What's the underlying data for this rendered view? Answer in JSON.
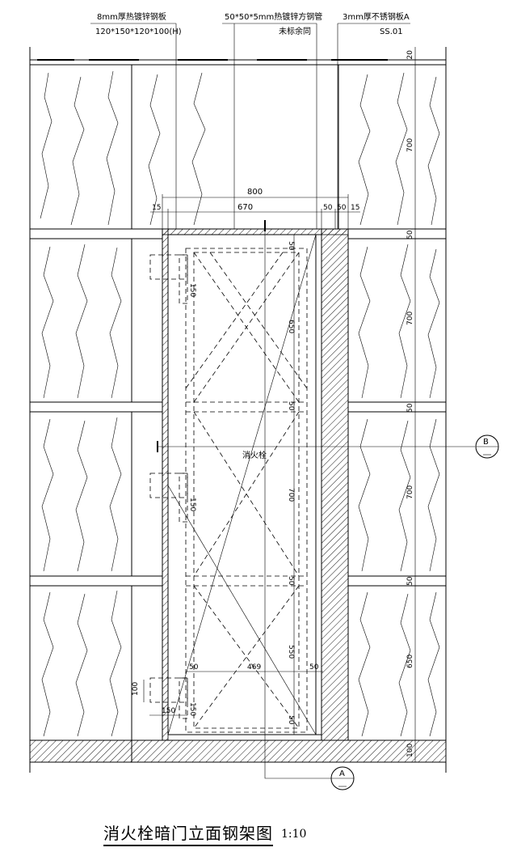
{
  "callouts": {
    "plate_8mm": "8mm厚热镀锌钢板",
    "plate_8mm_size": "120*150*120*100(H)",
    "square_tube": "50*50*5mm热镀锌方钢管",
    "square_tube_note": "未标余同",
    "stainless_plate": "3mm厚不锈钢板A",
    "stainless_code": "SS.01"
  },
  "top_dims": {
    "overall": "800",
    "left_gap": "15",
    "inner": "670",
    "post_a": "50",
    "post_b": "50",
    "right_gap": "15"
  },
  "right_dims": [
    "20",
    "700",
    "50",
    "700",
    "50",
    "700",
    "50",
    "650",
    "100"
  ],
  "frame_dims": {
    "v1": "50",
    "v2": "650",
    "v3": "50",
    "v4": "700",
    "v5": "50",
    "v6": "550",
    "v7": "50",
    "bottom_left": "50",
    "bottom_mid": "469",
    "bottom_right": "50"
  },
  "small_dims": {
    "p1": "150",
    "p2": "150",
    "p3": "150",
    "h100": "100",
    "w150": "150"
  },
  "center_label": "消火栓",
  "markers": {
    "b": "B",
    "a": "A"
  },
  "title": {
    "text": "消火栓暗门立面钢架图",
    "scale": "1:10"
  }
}
